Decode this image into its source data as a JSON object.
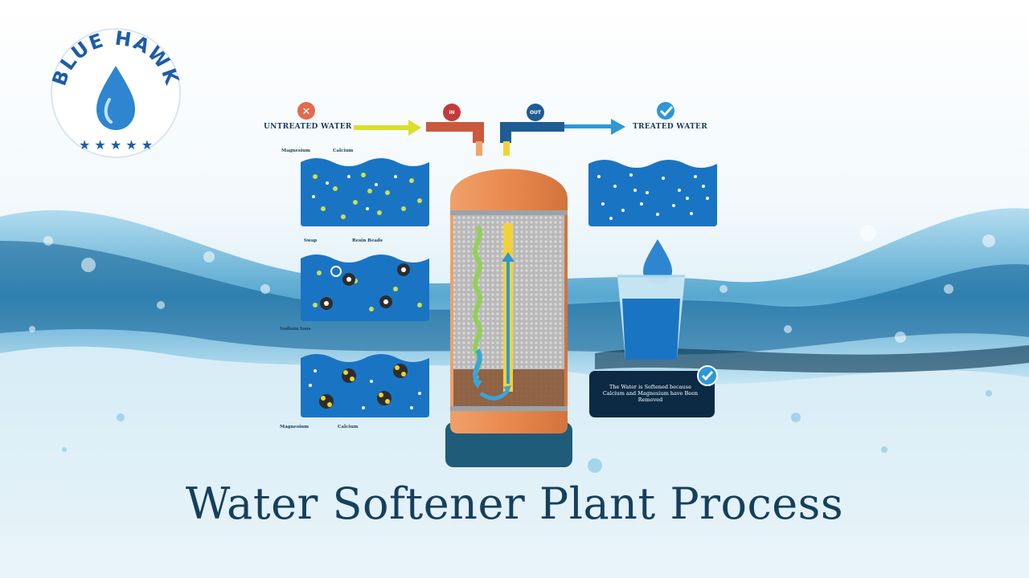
{
  "brand": {
    "name": "BLUE HAWK"
  },
  "title": "Water Softener Plant Process",
  "flow": {
    "untreated_label": "UNTREATED WATER",
    "treated_label": "TREATED WATER",
    "in_tag": "IN",
    "out_tag": "OUT"
  },
  "panel_labels": {
    "top_left": "Magnesium",
    "top_right": "Calcium",
    "mid_swap": "Swap",
    "mid_resin": "Resin Beads",
    "mid_sodium": "Sodium Ions",
    "bottom_left": "Magnesium",
    "bottom_right": "Calcium"
  },
  "info_box": {
    "text": "The Water is Softened because Calcium and Magnesium have Been Removed"
  },
  "colors": {
    "tank_orange": "#e8894f",
    "tank_base": "#1f5c7a",
    "water_blue": "#1a74c4",
    "arrow_yellow": "#d8e02a",
    "arrow_blue": "#2e97d6",
    "title_dark": "#15405c"
  }
}
